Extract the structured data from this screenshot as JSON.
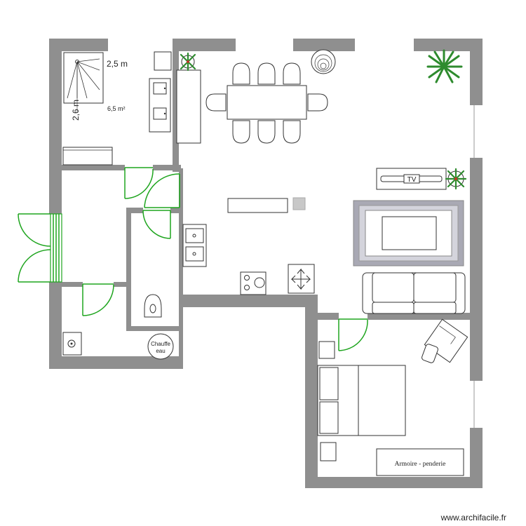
{
  "bathroom": {
    "width_label": "2,5 m",
    "height_label": "2,6 m",
    "area_label": "6,5 m²"
  },
  "utility": {
    "water_heater_line1": "Chauffe",
    "water_heater_line2": "eau"
  },
  "living": {
    "tv_label": "TV"
  },
  "bedroom": {
    "wardrobe_label": "Armoire - penderie"
  },
  "watermark": "www.archifacile.fr",
  "colors": {
    "wall": "#8f8f8f",
    "door": "#1fa51f",
    "plant": "#2e8b2e",
    "furniture_stroke": "#333333"
  }
}
